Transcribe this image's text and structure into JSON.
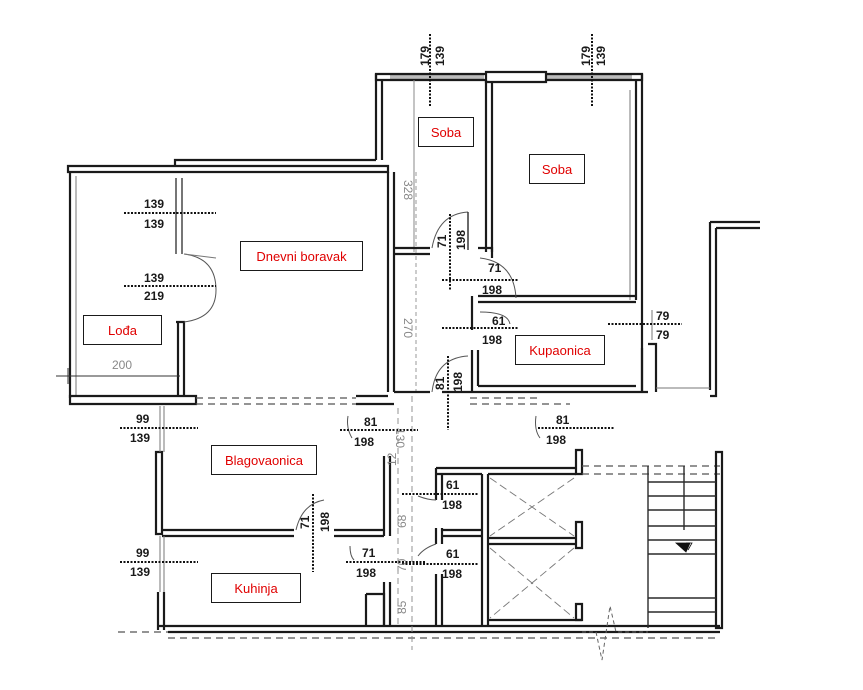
{
  "rooms": {
    "soba_small": "Soba",
    "soba_large": "Soba",
    "dnevni_boravak": "Dnevni boravak",
    "loda": "Lođa",
    "kupaonica": "Kupaonica",
    "blagovaonica": "Blagovaonica",
    "kuhinja": "Kuhinja"
  },
  "dimensions": {
    "soba_small_window": {
      "w": "179",
      "h": "139"
    },
    "soba_large_window": {
      "w": "179",
      "h": "139"
    },
    "loda_window_top": {
      "w": "139",
      "h": "139"
    },
    "loda_door": {
      "w": "139",
      "h": "219"
    },
    "loda_width": "200",
    "soba_small_length": "328",
    "hall_length": "270",
    "soba_small_door": {
      "w": "71",
      "h": "198"
    },
    "soba_large_door": {
      "w": "71",
      "h": "198"
    },
    "kupaonica_door": {
      "w": "61",
      "h": "198"
    },
    "kupaonica_window": {
      "w": "79",
      "h": "79"
    },
    "hall_door": {
      "w": "81",
      "h": "198"
    },
    "blagovaonica_door": {
      "w": "81",
      "h": "198"
    },
    "entrance_door": {
      "w": "81",
      "h": "198"
    },
    "blagovaonica_window": {
      "w": "99",
      "h": "139"
    },
    "kuhinja_window": {
      "w": "99",
      "h": "139"
    },
    "kuhinja_door": {
      "w": "71",
      "h": "198"
    },
    "blago_kuhinja_door": {
      "w": "71",
      "h": "198"
    },
    "wc1_door": {
      "w": "61",
      "h": "198"
    },
    "wc2_door": {
      "w": "61",
      "h": "198"
    },
    "corridor_130": "130",
    "corridor_12": "12",
    "corridor_68": "68",
    "corridor_70": "70",
    "corridor_85": "85"
  }
}
